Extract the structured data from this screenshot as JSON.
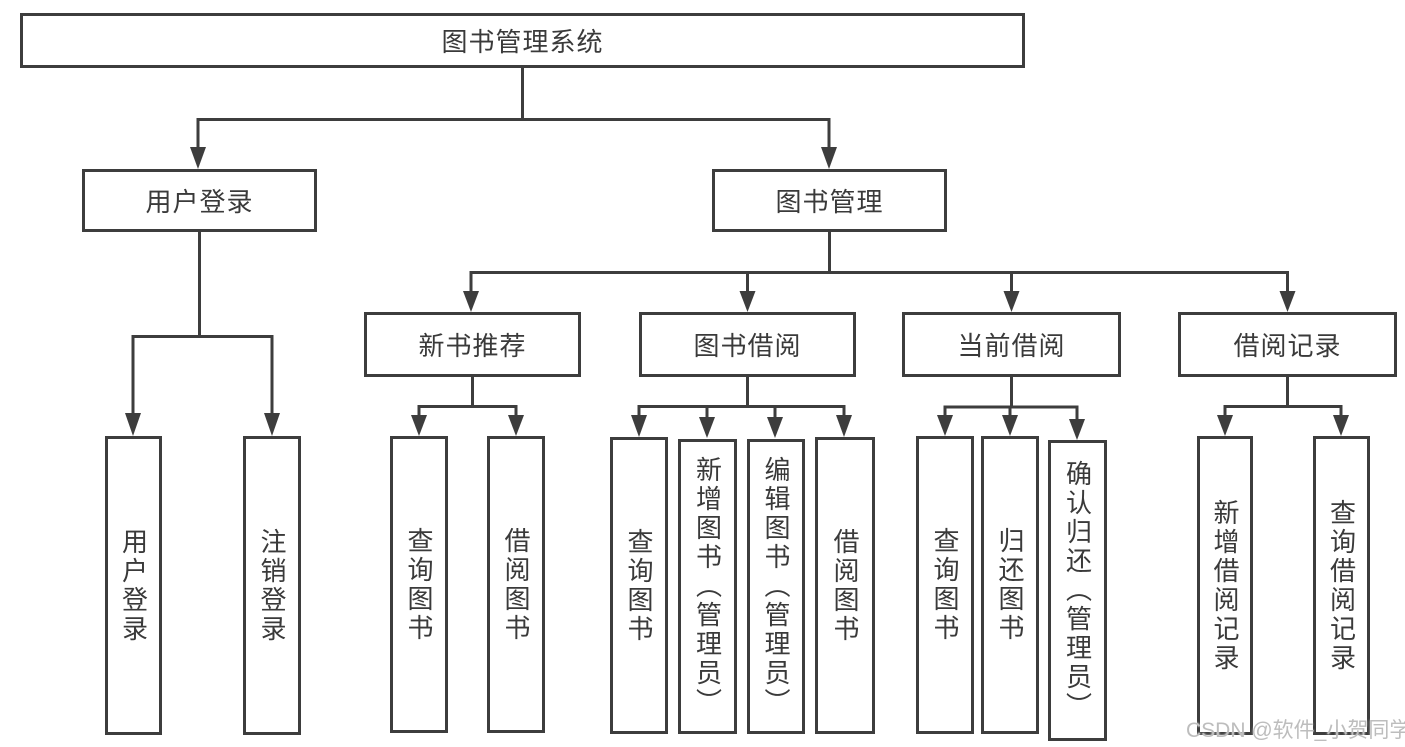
{
  "diagram": {
    "background": "#ffffff",
    "line_color": "#3d3d3d",
    "text_color": "#3a3a3a",
    "watermark": {
      "text": "CSDN @软件_小贺同学",
      "color": "#bdbdbd"
    },
    "nodes": {
      "root": "图书管理系统",
      "user_login": "用户登录",
      "book_mgmt": "图书管理",
      "new_book_rec": "新书推荐",
      "book_borrow": "图书借阅",
      "current_borrow": "当前借阅",
      "borrow_records": "借阅记录",
      "leaf_user_login": "用户登录",
      "leaf_logout": "注销登录",
      "leaf_rec_query_books": "查询图书",
      "leaf_rec_borrow_books": "借阅图书",
      "leaf_bb_query_books": "查询图书",
      "leaf_bb_add_books": "新增图书（管理员）",
      "leaf_bb_edit_books": "编辑图书（管理员）",
      "leaf_bb_borrow_books": "借阅图书",
      "leaf_cb_query_books": "查询图书",
      "leaf_cb_return_books": "归还图书",
      "leaf_cb_confirm_return": "确认归还（管理员）",
      "leaf_br_add_record": "新增借阅记录",
      "leaf_br_query_record": "查询借阅记录"
    }
  }
}
